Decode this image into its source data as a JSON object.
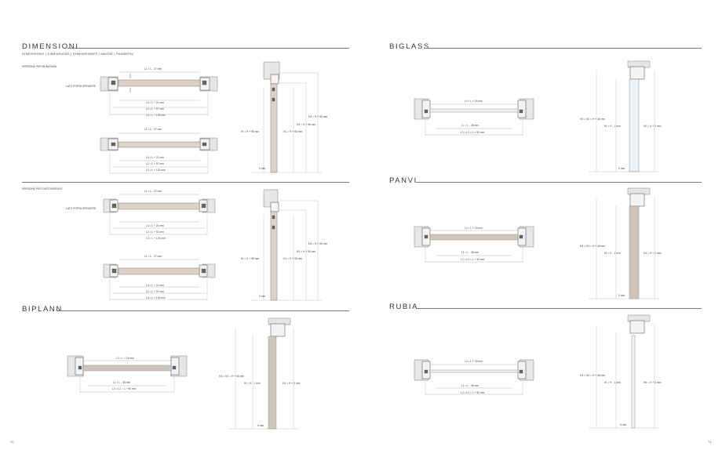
{
  "left_page": {
    "title": "DIMENSIONI",
    "subtitle": "DIMENSIONS | DIMENSIONS | DIMENSIONES | MASSE | РАЗМЕРЫ",
    "version_masonry": "VERSIONE PER MURATURA",
    "version_plasterboard": "VERSIONE PER CARTONGESSO",
    "push_side_1": "LATO PORTA SPINGERE",
    "push_side_2": "LATO PORTA SPINGERE",
    "m1": {
      "l1": "L1 = L - 27 mm",
      "l4": "L4 = L + 21 mm",
      "l2": "L2 = L + 97 mm",
      "l3": "L3 = L + 129 mm"
    },
    "m2": {
      "l1": "L1 = L - 27 mm",
      "l4": "L4 = L + 21 mm",
      "l2": "L2 = L + 97 mm",
      "l3": "L3 = L + 133 mm"
    },
    "m_vert": {
      "h3": "H3 = H + 95 mm",
      "h2": "H2 = H + 95 mm",
      "h": "H1 = H + 95 mm",
      "hi": "HI = H + 95 mm",
      "zero": "0 mm"
    },
    "c1": {
      "l1": "L1 = L - 27 mm",
      "l4": "L4 = L + 21 mm",
      "l2": "L2 = L + 97 mm",
      "l3": "L3 = L + 129 mm"
    },
    "c2": {
      "l1": "L1 = L - 27 mm",
      "l4": "L4 = L + 21 mm",
      "l2": "L2 = L + 97 mm",
      "l3": "L3 = L + 133 mm"
    },
    "c_vert": {
      "h3": "H3 = H + 95 mm",
      "h2": "H2 = H + 95 mm",
      "h": "H1 = H + 95 mm",
      "hi": "HI = H + 95 mm",
      "zero": "0 mm"
    },
    "biplann": {
      "title": "BIPLANN",
      "l4": "L4 = L + 16 mm",
      "l1": "L1 = L - 38 mm",
      "l3": "L3 = L2 = L + 90 mm",
      "h3": "H3 = H2 = H + 46 mm",
      "hi": "HI = H - 1 mm",
      "h4": "H4 = H + 3 mm",
      "zero": "0 mm"
    },
    "page_number": "70"
  },
  "right_page": {
    "biglass": {
      "title": "BIGLASS",
      "l4": "L4 = L + 16 mm",
      "l1": "L1 = L - 38 mm",
      "l3": "L3 = L2 = L + 90 mm",
      "h3": "H3 = H2 = H + 46 mm",
      "hi": "HI = H - 1 mm",
      "h4": "H4 = H + 3 mm",
      "zero": "0 mm"
    },
    "panvi": {
      "title": "PANVI",
      "l4": "L4 = L + 16 mm",
      "l1": "L1 = L - 38 mm",
      "l3": "L3 = L2 = L + 90 mm",
      "h3": "H3 = H2 = H + 46 mm",
      "hi": "HI = H - 1 mm",
      "h4": "H4 = H + 3 mm",
      "zero": "0 mm"
    },
    "rubia": {
      "title": "RUBIA",
      "l4": "L4 = L + 16 mm",
      "l1": "L1 = L - 38 mm",
      "l3": "L3 = L2 = L + 90 mm",
      "h3": "H3 = H2 = H + 46 mm",
      "hi": "HI = H - 1 mm",
      "h4": "H4 = H + 3 mm",
      "zero": "0 mm"
    },
    "page_number": "71"
  }
}
